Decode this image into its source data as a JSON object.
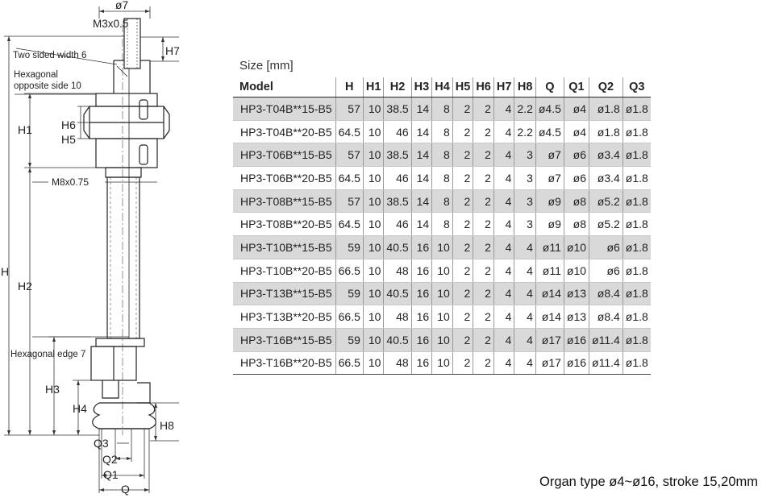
{
  "diagram": {
    "dim_top": "ø7",
    "thread_top": "M3x0.5",
    "two_sided_width": "Two sided width 6",
    "hex_opposite_line1": "Hexagonal",
    "hex_opposite_line2": "opposite side 10",
    "thread_mid": "M8x0.75",
    "hex_edge": "Hexagonal edge 7",
    "labels": {
      "H": "H",
      "H1": "H1",
      "H2": "H2",
      "H3": "H3",
      "H4": "H4",
      "H5": "H5",
      "H6": "H6",
      "H7": "H7",
      "H8": "H8",
      "Q": "Q",
      "Q1": "Q1",
      "Q2": "Q2",
      "Q3": "Q3"
    }
  },
  "table": {
    "size_label": "Size [mm]",
    "headers": [
      "Model",
      "H",
      "H1",
      "H2",
      "H3",
      "H4",
      "H5",
      "H6",
      "H7",
      "H8",
      "Q",
      "Q1",
      "Q2",
      "Q3"
    ],
    "rows": [
      [
        "HP3-T04B**15-B5",
        "57",
        "10",
        "38.5",
        "14",
        "8",
        "2",
        "2",
        "4",
        "2.2",
        "ø4.5",
        "ø4",
        "ø1.8",
        "ø1.8"
      ],
      [
        "HP3-T04B**20-B5",
        "64.5",
        "10",
        "46",
        "14",
        "8",
        "2",
        "2",
        "4",
        "2.2",
        "ø4.5",
        "ø4",
        "ø1.8",
        "ø1.8"
      ],
      [
        "HP3-T06B**15-B5",
        "57",
        "10",
        "38.5",
        "14",
        "8",
        "2",
        "2",
        "4",
        "3",
        "ø7",
        "ø6",
        "ø3.4",
        "ø1.8"
      ],
      [
        "HP3-T06B**20-B5",
        "64.5",
        "10",
        "46",
        "14",
        "8",
        "2",
        "2",
        "4",
        "3",
        "ø7",
        "ø6",
        "ø3.4",
        "ø1.8"
      ],
      [
        "HP3-T08B**15-B5",
        "57",
        "10",
        "38.5",
        "14",
        "8",
        "2",
        "2",
        "4",
        "3",
        "ø9",
        "ø8",
        "ø5.2",
        "ø1.8"
      ],
      [
        "HP3-T08B**20-B5",
        "64.5",
        "10",
        "46",
        "14",
        "8",
        "2",
        "2",
        "4",
        "3",
        "ø9",
        "ø8",
        "ø5.2",
        "ø1.8"
      ],
      [
        "HP3-T10B**15-B5",
        "59",
        "10",
        "40.5",
        "16",
        "10",
        "2",
        "2",
        "4",
        "4",
        "ø11",
        "ø10",
        "ø6",
        "ø1.8"
      ],
      [
        "HP3-T10B**20-B5",
        "66.5",
        "10",
        "48",
        "16",
        "10",
        "2",
        "2",
        "4",
        "4",
        "ø11",
        "ø10",
        "ø6",
        "ø1.8"
      ],
      [
        "HP3-T13B**15-B5",
        "59",
        "10",
        "40.5",
        "16",
        "10",
        "2",
        "2",
        "4",
        "4",
        "ø14",
        "ø13",
        "ø8.4",
        "ø1.8"
      ],
      [
        "HP3-T13B**20-B5",
        "66.5",
        "10",
        "48",
        "16",
        "10",
        "2",
        "2",
        "4",
        "4",
        "ø14",
        "ø13",
        "ø8.4",
        "ø1.8"
      ],
      [
        "HP3-T16B**15-B5",
        "59",
        "10",
        "40.5",
        "16",
        "10",
        "2",
        "2",
        "4",
        "4",
        "ø17",
        "ø16",
        "ø11.4",
        "ø1.8"
      ],
      [
        "HP3-T16B**20-B5",
        "66.5",
        "10",
        "48",
        "16",
        "10",
        "2",
        "2",
        "4",
        "4",
        "ø17",
        "ø16",
        "ø11.4",
        "ø1.8"
      ]
    ]
  },
  "footnote": "Organ type ø4~ø16,  stroke 15,20mm"
}
